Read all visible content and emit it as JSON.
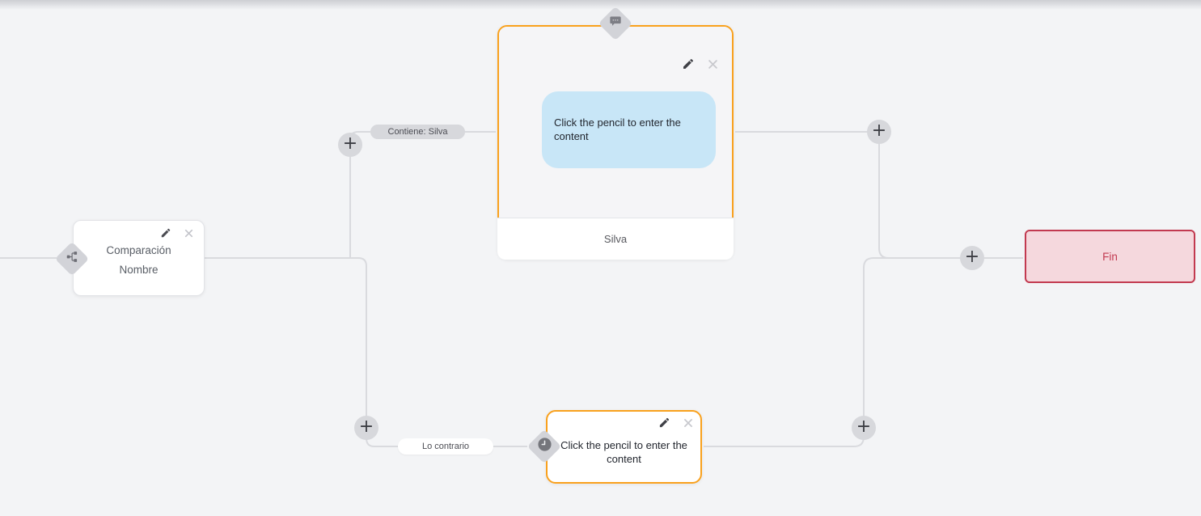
{
  "colors": {
    "background": "#f3f4f6",
    "connector": "#d9dade",
    "accent_orange": "#f9a11d",
    "bubble_blue": "#c8e6f7",
    "end_border_red": "#c23a50",
    "end_fill_pink": "#f5d8dd",
    "widget_gray": "#d2d3d8"
  },
  "icons": {
    "add": "plus-circle",
    "edit": "pencil",
    "delete": "x",
    "condition_type": "branch-diamond",
    "message_type": "chat-bubble-diamond",
    "delay_type": "clock-diamond"
  },
  "plus_label": "+",
  "edges": {
    "top_label": "Contiene: Silva",
    "bottom_label": "Lo contrario"
  },
  "nodes": {
    "condition": {
      "title": "Comparación",
      "subtitle": "Nombre"
    },
    "message": {
      "bubble_text": "Click the pencil to enter the content",
      "footer": "Silva"
    },
    "delay": {
      "text": "Click the pencil to enter the content"
    },
    "end": {
      "label": "Fin"
    }
  }
}
